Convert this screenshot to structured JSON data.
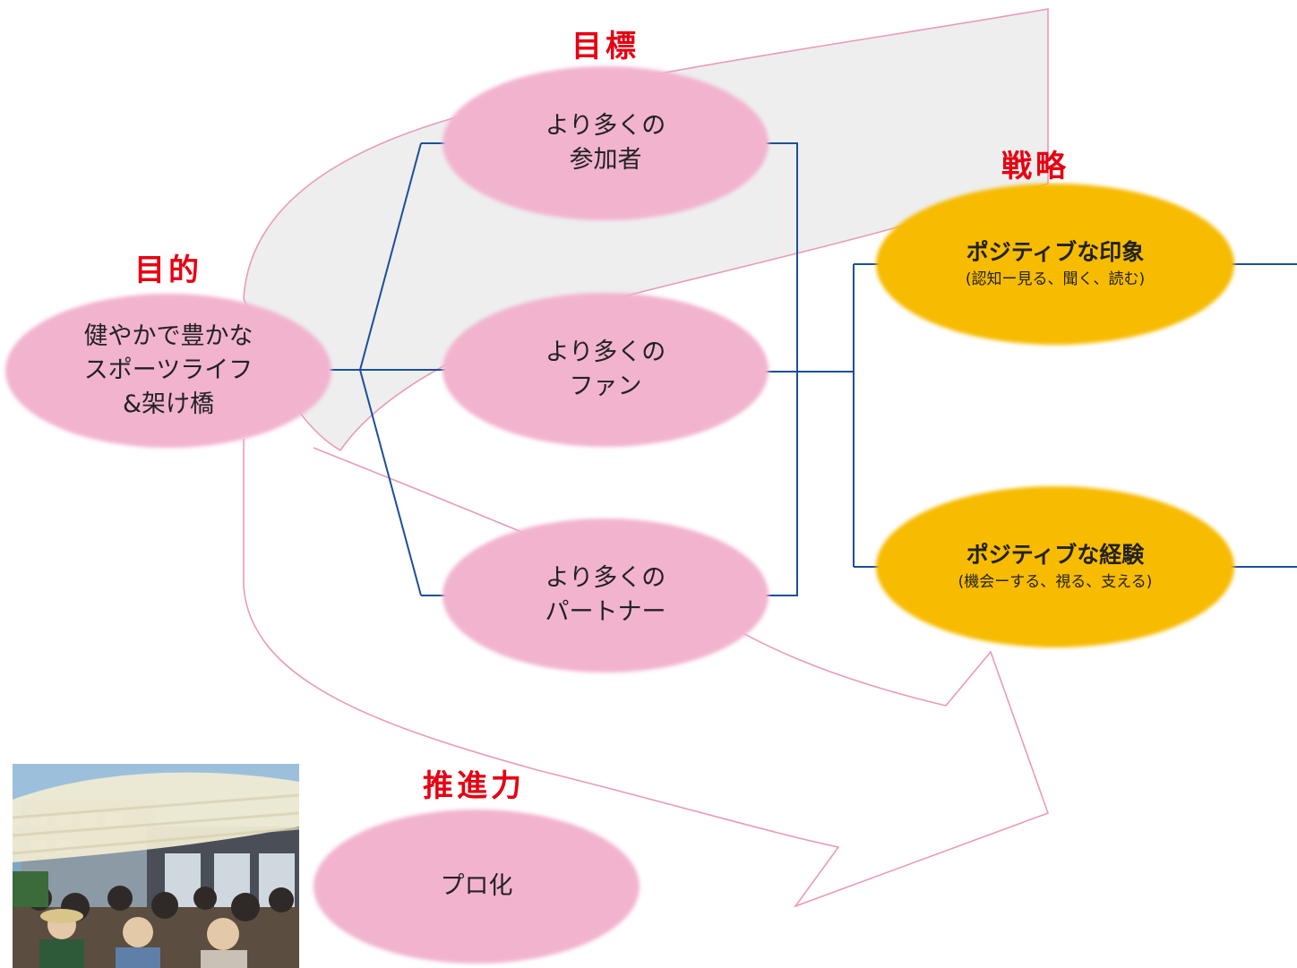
{
  "labels": {
    "purpose": "目的",
    "goals": "目標",
    "strategy": "戦略",
    "driver": "推進力"
  },
  "purpose_node": {
    "lines": [
      "健やかで豊かな",
      "スポーツライフ",
      "&架け橋"
    ]
  },
  "goal_nodes": [
    {
      "lines": [
        "より多くの",
        "参加者"
      ]
    },
    {
      "lines": [
        "より多くの",
        "ファン"
      ]
    },
    {
      "lines": [
        "より多くの",
        "パートナー"
      ]
    }
  ],
  "strategy_nodes": [
    {
      "title": "ポジティブな印象",
      "subtitle": "(認知ー見る、聞く、読む)"
    },
    {
      "title": "ポジティブな経験",
      "subtitle": "(機会ーする、視る、支える)"
    }
  ],
  "driver_node": {
    "lines": [
      "プロ化"
    ]
  },
  "colors": {
    "label_red": "#e60012",
    "node_pink": "#f2b3cf",
    "node_gold": "#f7bb00",
    "connector_blue": "#1a4f99",
    "arrow_outline": "#e99abb",
    "arrow_fill": "#eeeeee"
  }
}
